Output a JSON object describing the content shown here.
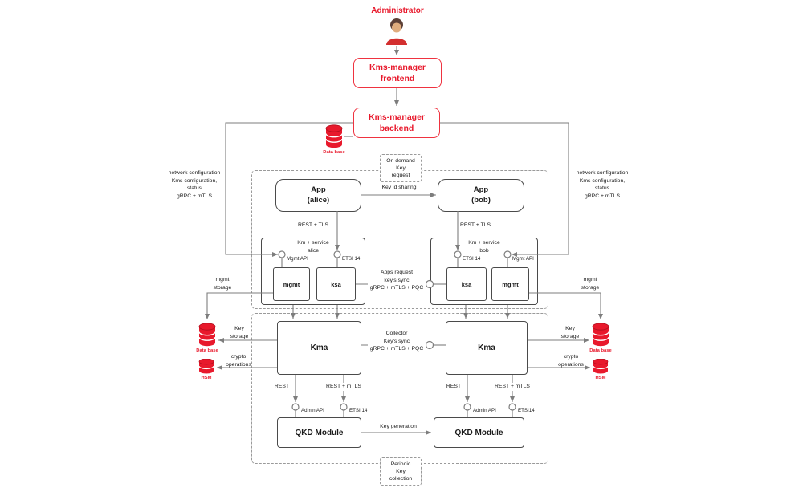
{
  "colors": {
    "accent_red": "#e8192c",
    "line_gray": "#7d7d7d",
    "box_border": "#4a4a4a"
  },
  "admin": {
    "label": "Administrator"
  },
  "frontend": {
    "label": "Kms-manager\nfrontend"
  },
  "backend": {
    "label": "Kms-manager\nbackend"
  },
  "backend_db": {
    "label": "Data base"
  },
  "notes": {
    "on_demand": "On demand\nKey\nrequest",
    "periodic": "Periodic\nKey\ncollection",
    "left_config": "network configuration\nKms configuration,\nstatus\ngRPC + mTLS",
    "right_config": "network configuration\nKms configuration,\nstatus\ngRPC + mTLS"
  },
  "apps": {
    "alice": "App\n(alice)",
    "bob": "App\n(bob)"
  },
  "km_alice": {
    "title": "Km + service\nalice",
    "mgmt_api": "Mgmt API",
    "etsi": "ETSI 14",
    "mgmt": "mgmt",
    "ksa": "ksa"
  },
  "km_bob": {
    "title": "Km + service\nbob",
    "mgmt_api": "Mgmt API",
    "etsi": "ETSI 14",
    "mgmt": "mgmt",
    "ksa": "ksa"
  },
  "kma": {
    "left": "Kma",
    "right": "Kma"
  },
  "qkd": {
    "left": "QKD Module",
    "right": "QKD Module"
  },
  "edges": {
    "key_id_sharing": "Key id sharing",
    "rest_tls_left": "REST + TLS",
    "rest_tls_right": "REST + TLS",
    "apps_request": "Apps request\nkey's sync\ngRPC + mTLS + PQC",
    "collector": "Collector\nKey's sync\ngRPC + mTLS + PQC",
    "key_generation": "Key generation",
    "rest_left": "REST",
    "rest_mtls_left": "REST + mTLS",
    "rest_right": "REST",
    "rest_mtls_right": "REST + mTLS"
  },
  "ifaces": {
    "admin_api_left": "Admin API",
    "etsi_left": "ETSI 14",
    "admin_api_right": "Admin API",
    "etsi_right": "ETSI14"
  },
  "storage_left": {
    "mgmt": "mgmt\nstorage",
    "key": "Key\nstorage",
    "crypto": "crypto\noperations",
    "db": "Data base",
    "hsm": "HSM"
  },
  "storage_right": {
    "mgmt": "mgmt\nstorage",
    "key": "Key\nstorage",
    "crypto": "crypto\noperations",
    "db": "Data base",
    "hsm": "HSM"
  }
}
